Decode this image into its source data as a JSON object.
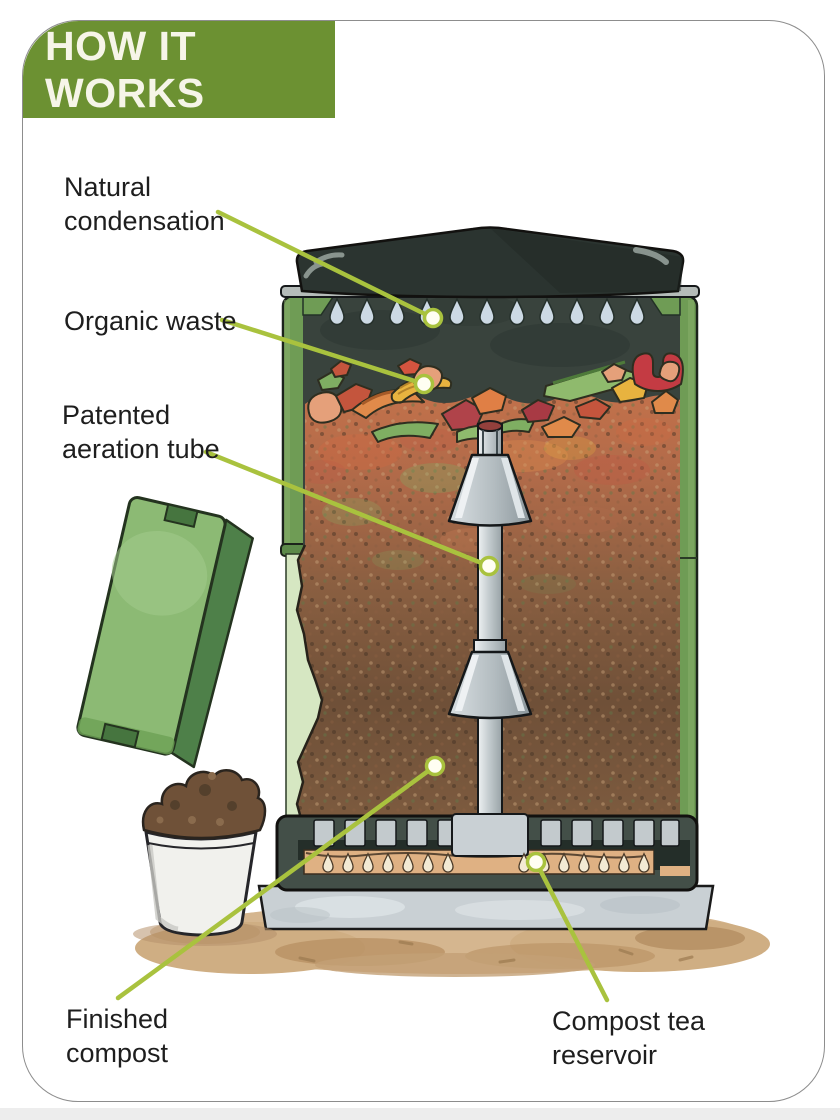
{
  "card": {
    "background": "#ffffff",
    "border_color": "#8d8d8d"
  },
  "header": {
    "title": "HOW IT WORKS",
    "background": "#6c9132",
    "text_color": "#f6f5e8"
  },
  "illustration": {
    "subject": "compost bin cutaway",
    "colors": {
      "bin_frame_green": "#6f9c55",
      "lid_charcoal": "#2b3430",
      "compost_brown": "#7a573c",
      "reservoir_tan": "#dfb183",
      "leader_green": "#a9c23e"
    }
  },
  "callouts": {
    "leader_color": "#a9c23e",
    "items": [
      {
        "id": "natural-condensation",
        "line1": "Natural",
        "line2": "condensation"
      },
      {
        "id": "organic-waste",
        "line1": "Organic waste",
        "line2": ""
      },
      {
        "id": "patented-aeration-tube",
        "line1": "Patented",
        "line2": "aeration tube"
      },
      {
        "id": "finished-compost",
        "line1": "Finished",
        "line2": "compost"
      },
      {
        "id": "compost-tea-reservoir",
        "line1": "Compost tea",
        "line2": "reservoir"
      }
    ]
  }
}
